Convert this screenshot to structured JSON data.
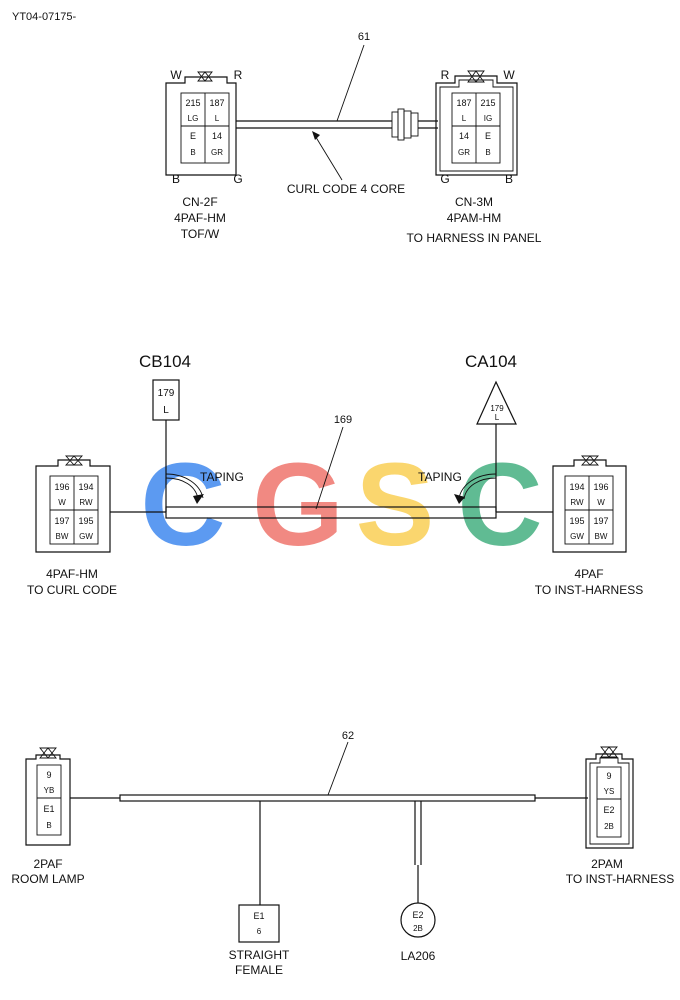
{
  "doc_id": "YT04-07175-",
  "section1": {
    "wire_no": "61",
    "cable_label": "CURL CODE 4 CORE",
    "left": {
      "corner_tl": "W",
      "corner_tr": "R",
      "corner_bl": "B",
      "corner_br": "G",
      "pins": [
        [
          "215",
          "LG"
        ],
        [
          "187",
          "L"
        ],
        [
          "E",
          "B"
        ],
        [
          "14",
          "GR"
        ]
      ],
      "label1": "CN-2F",
      "label2": "4PAF-HM",
      "label3": "TOF/W"
    },
    "right": {
      "corner_tl": "R",
      "corner_tr": "W",
      "corner_bl": "G",
      "corner_br": "B",
      "pins": [
        [
          "187",
          "L"
        ],
        [
          "215",
          "IG"
        ],
        [
          "14",
          "GR"
        ],
        [
          "E",
          "B"
        ]
      ],
      "label1": "CN-3M",
      "label2": "4PAM-HM",
      "label3": "TO HARNESS IN PANEL"
    }
  },
  "section2": {
    "wire_no": "169",
    "taping_label": "TAPING",
    "cb_title": "CB104",
    "cb_pin": "179",
    "cb_wire": "L",
    "ca_title": "CA104",
    "ca_pin": "179",
    "ca_wire": "L",
    "left": {
      "pins": [
        [
          "196",
          "W"
        ],
        [
          "194",
          "RW"
        ],
        [
          "197",
          "BW"
        ],
        [
          "195",
          "GW"
        ]
      ],
      "label1": "4PAF-HM",
      "label2": "TO CURL CODE"
    },
    "right": {
      "pins": [
        [
          "194",
          "RW"
        ],
        [
          "196",
          "W"
        ],
        [
          "195",
          "GW"
        ],
        [
          "197",
          "BW"
        ]
      ],
      "label1": "4PAF",
      "label2": "TO INST-HARNESS"
    }
  },
  "section3": {
    "wire_no": "62",
    "left": {
      "pins": [
        [
          "9",
          "YB"
        ],
        [
          "E1",
          "B"
        ]
      ],
      "label1": "2PAF",
      "label2": "ROOM LAMP"
    },
    "right": {
      "pins": [
        [
          "9",
          "YS"
        ],
        [
          "E2",
          "2B"
        ]
      ],
      "label1": "2PAM",
      "label2": "TO INST-HARNESS"
    },
    "straight": {
      "pin": "E1",
      "wire": "6",
      "label1": "STRAIGHT",
      "label2": "FEMALE"
    },
    "round": {
      "pin": "E2",
      "wire": "2B",
      "label": "LA206"
    }
  },
  "watermark": {
    "letters": [
      "C",
      "G",
      "S",
      "C"
    ],
    "colors": [
      "#4a8ff0",
      "#f07c74",
      "#f9d15e",
      "#4fb487"
    ]
  }
}
